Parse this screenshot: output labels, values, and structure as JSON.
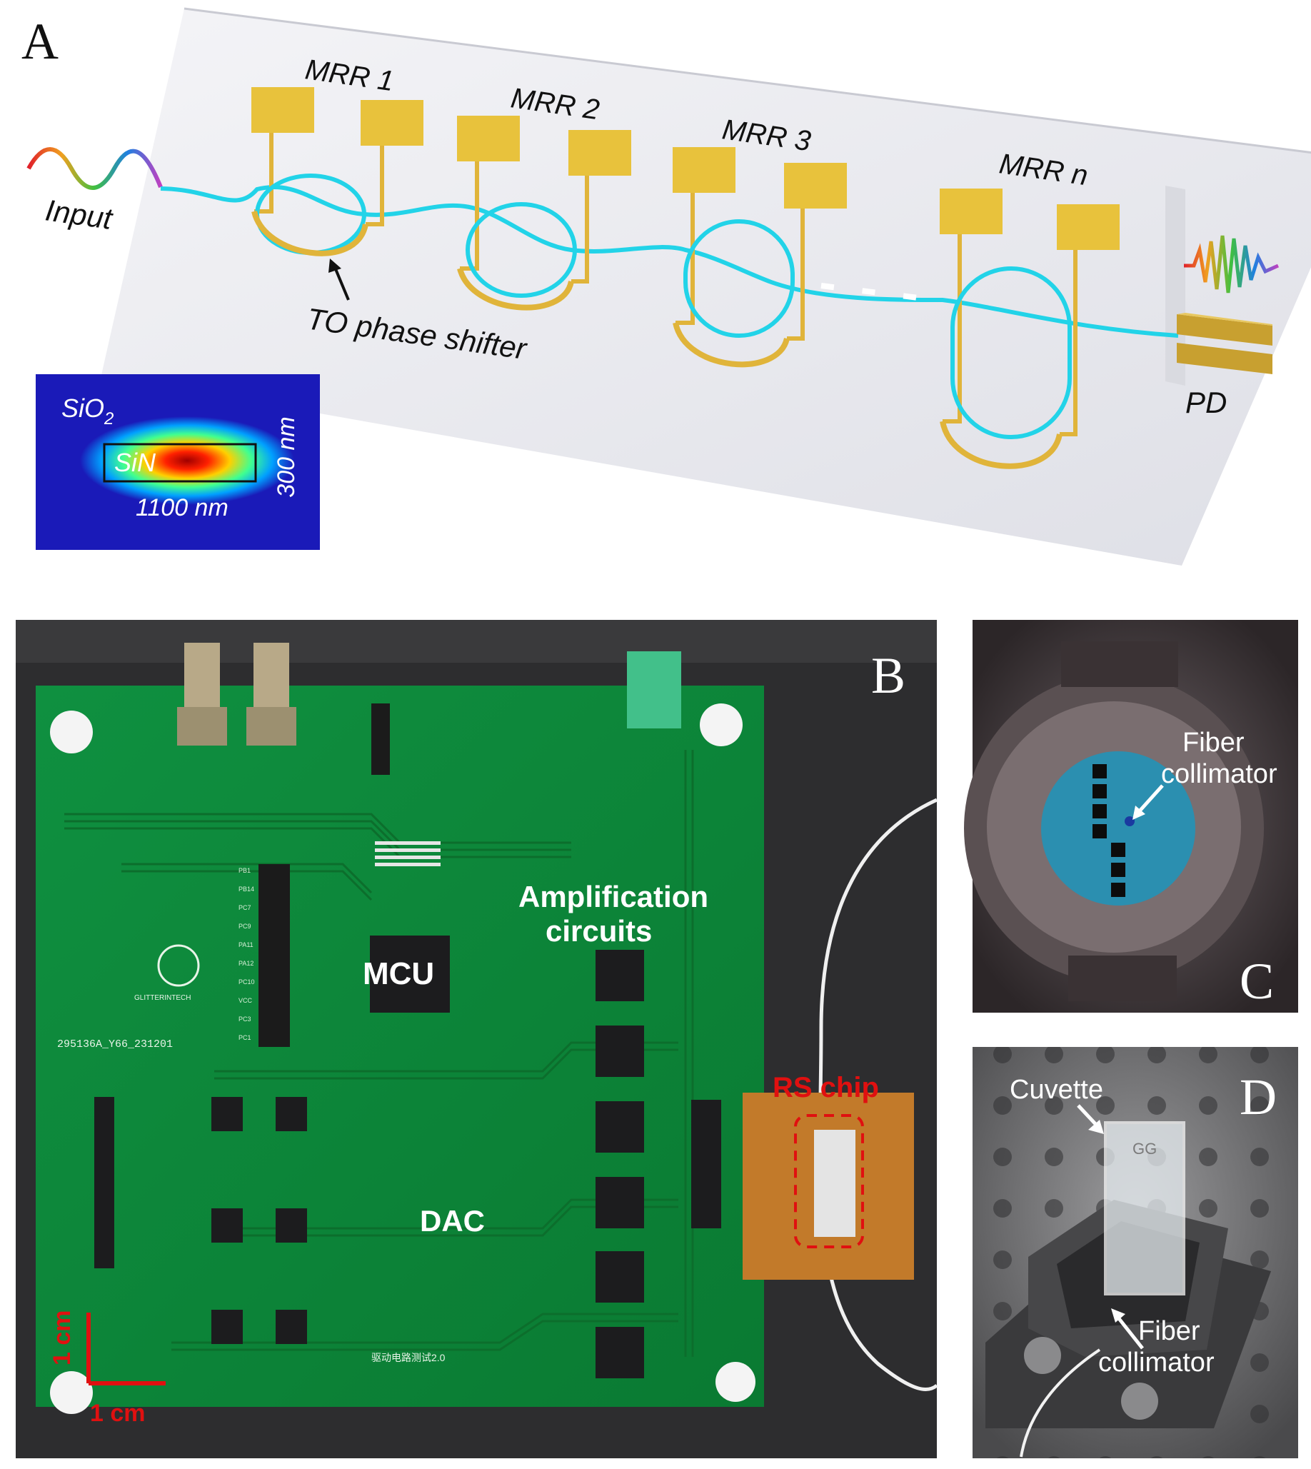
{
  "panel_a": {
    "letter": "A",
    "input_label": "Input",
    "mrr_labels": [
      "MRR 1",
      "MRR 2",
      "MRR 3",
      "MRR n"
    ],
    "phase_shifter_label": "TO phase shifter",
    "pd_label": "PD",
    "inset": {
      "cladding_label": "SiO",
      "cladding_subscript": "2",
      "core_label": "SiN",
      "width_label": "1100 nm",
      "height_label": "300 nm"
    },
    "colors": {
      "waveguide": "#22d3e8",
      "heater": "#e0b43a",
      "pad": "#e8c23c",
      "chip": "#e9eaef"
    }
  },
  "panel_b": {
    "letter": "B",
    "labels": {
      "mcu": "MCU",
      "amplification_line1": "Amplification",
      "amplification_line2": "circuits",
      "dac": "DAC",
      "rs_chip": "RS chip"
    },
    "scale_bar": {
      "vertical": "1 cm",
      "horizontal": "1 cm"
    },
    "silkscreen": {
      "board_id": "295136A_Y66_231201",
      "footer": "驱动电路测试2.0",
      "logo_text": "GLITTERINTECH"
    },
    "header_pins": [
      "PB1",
      "PB14",
      "PC7",
      "PC9",
      "PA11",
      "PA12",
      "PC10",
      "VCC",
      "PC3",
      "PC1"
    ],
    "colors": {
      "pcb": "#0f8a38",
      "rs_highlight": "#e01010",
      "flex": "#c27a2a"
    }
  },
  "panel_c": {
    "letter": "C",
    "label_line1": "Fiber",
    "label_line2": "collimator"
  },
  "panel_d": {
    "letter": "D",
    "cuvette_label": "Cuvette",
    "cuvette_marking": "GG",
    "collimator_line1": "Fiber",
    "collimator_line2": "collimator"
  }
}
